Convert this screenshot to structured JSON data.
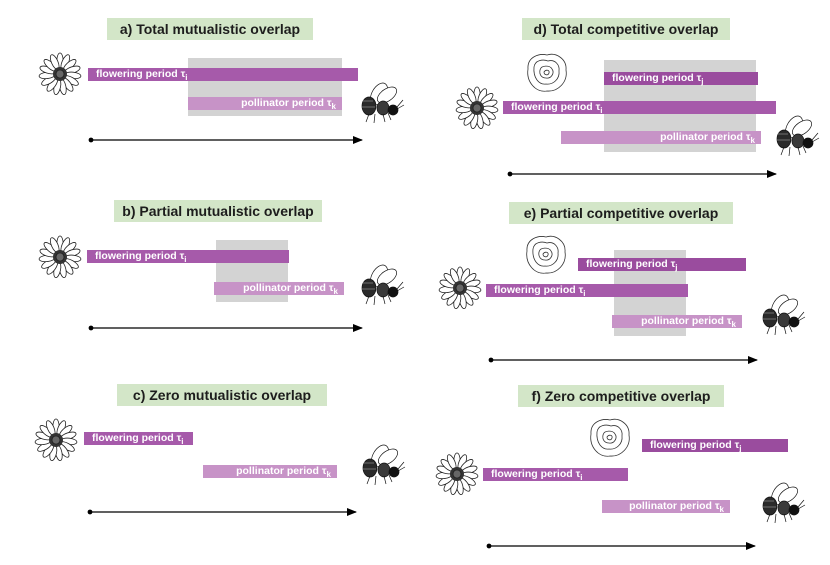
{
  "panels": {
    "a": {
      "title": "a) Total mutualistic overlap"
    },
    "b": {
      "title": "b) Partial mutualistic overlap"
    },
    "c": {
      "title": "c)  Zero mutualistic overlap"
    },
    "d": {
      "title": "d) Total competitive overlap"
    },
    "e": {
      "title": "e) Partial competitive overlap"
    },
    "f": {
      "title": "f) Zero competitive overlap"
    }
  },
  "labels": {
    "flowering_i": "flowering period τ",
    "flowering_j": "flowering period τ",
    "pollinator_k": "pollinator period τ",
    "sub_i": "i",
    "sub_j": "j",
    "sub_k": "k"
  },
  "colors": {
    "title_bg": "#d3e6c8",
    "flowering_bar": "#a65aaa",
    "pollinator_bar": "#c793c7",
    "overlap_box": "#8c8c8c"
  },
  "icons": [
    "daisy-flower-icon",
    "rose-flower-icon",
    "bee-icon",
    "time-axis-arrow"
  ]
}
